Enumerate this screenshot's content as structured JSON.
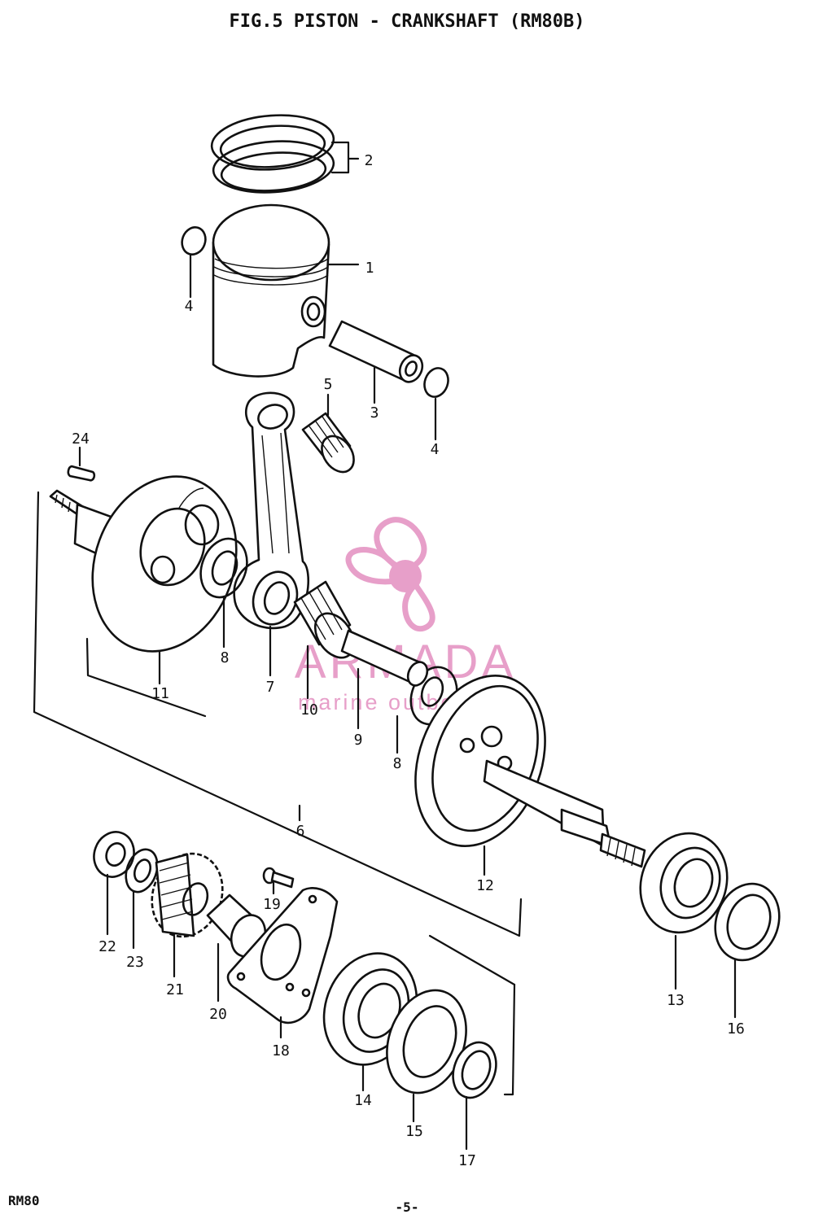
{
  "title": "FIG.5  PISTON - CRANKSHAFT (RM80B)",
  "footer": {
    "model": "RM80",
    "page": "-5-"
  },
  "watermark": {
    "name": "ARMADA",
    "subtitle": "marine outboards",
    "color": "#e38fc0"
  },
  "labels": {
    "l1": "1",
    "l2": "2",
    "l3": "3",
    "l4a": "4",
    "l4b": "4",
    "l5": "5",
    "l6": "6",
    "l7": "7",
    "l8a": "8",
    "l8b": "8",
    "l9": "9",
    "l10": "10",
    "l11": "11",
    "l12": "12",
    "l13": "13",
    "l14": "14",
    "l15": "15",
    "l16": "16",
    "l17": "17",
    "l18": "18",
    "l19": "19",
    "l20": "20",
    "l21": "21",
    "l22": "22",
    "l23": "23",
    "l24": "24"
  }
}
